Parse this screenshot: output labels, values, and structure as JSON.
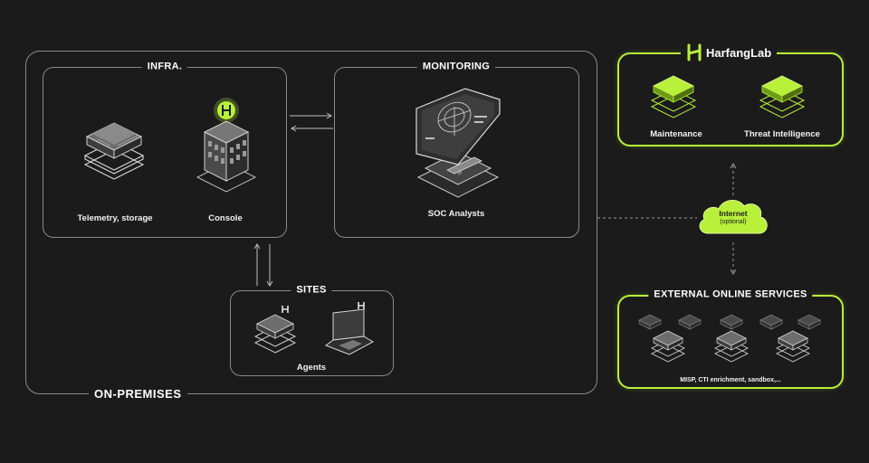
{
  "on_premises": {
    "title": "ON-PREMISES"
  },
  "infra": {
    "title": "INFRA.",
    "telemetry_label": "Telemetry, storage",
    "console_label": "Console"
  },
  "monitoring": {
    "title": "MONITORING",
    "soc_label": "SOC Analysts"
  },
  "sites": {
    "title": "SITES",
    "agents_label": "Agents"
  },
  "harfanglab": {
    "brand": "HarfangLab",
    "maintenance_label": "Maintenance",
    "threat_label": "Threat Intelligence"
  },
  "internet": {
    "label": "Internet",
    "sub": "(optional)"
  },
  "external": {
    "title": "EXTERNAL ONLINE SERVICES",
    "caption": "MISP, CTI enrichment, sandbox,..."
  },
  "colors": {
    "accent": "#b8f03a",
    "background": "#1b1b1b",
    "border": "#8a8a8a"
  }
}
